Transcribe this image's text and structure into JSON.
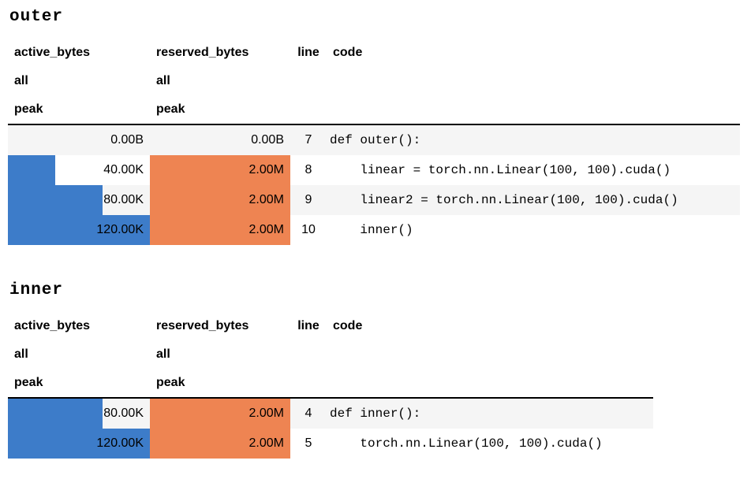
{
  "colors": {
    "active_bar": "#3d7cc9",
    "reserved_bar": "#ee8452",
    "row_stripe": "#f5f5f5",
    "header_separator": "#000000"
  },
  "sections": [
    {
      "title": "outer",
      "columns": [
        "active_bytes",
        "reserved_bytes",
        "line",
        "code"
      ],
      "subheaders": [
        [
          "all",
          "all",
          "",
          ""
        ],
        [
          "peak",
          "peak",
          "",
          ""
        ]
      ],
      "rows": [
        {
          "active": "0.00B",
          "active_pct": 0,
          "reserved": "0.00B",
          "reserved_pct": 0,
          "line": "7",
          "code": "def outer():"
        },
        {
          "active": "40.00K",
          "active_pct": 33.3,
          "reserved": "2.00M",
          "reserved_pct": 100,
          "line": "8",
          "code": "    linear = torch.nn.Linear(100, 100).cuda()"
        },
        {
          "active": "80.00K",
          "active_pct": 66.7,
          "reserved": "2.00M",
          "reserved_pct": 100,
          "line": "9",
          "code": "    linear2 = torch.nn.Linear(100, 100).cuda()"
        },
        {
          "active": "120.00K",
          "active_pct": 100,
          "reserved": "2.00M",
          "reserved_pct": 100,
          "line": "10",
          "code": "    inner()"
        }
      ]
    },
    {
      "title": "inner",
      "columns": [
        "active_bytes",
        "reserved_bytes",
        "line",
        "code"
      ],
      "subheaders": [
        [
          "all",
          "all",
          "",
          ""
        ],
        [
          "peak",
          "peak",
          "",
          ""
        ]
      ],
      "rows": [
        {
          "active": "80.00K",
          "active_pct": 66.7,
          "reserved": "2.00M",
          "reserved_pct": 100,
          "line": "4",
          "code": "def inner():"
        },
        {
          "active": "120.00K",
          "active_pct": 100,
          "reserved": "2.00M",
          "reserved_pct": 100,
          "line": "5",
          "code": "    torch.nn.Linear(100, 100).cuda()"
        }
      ]
    }
  ]
}
